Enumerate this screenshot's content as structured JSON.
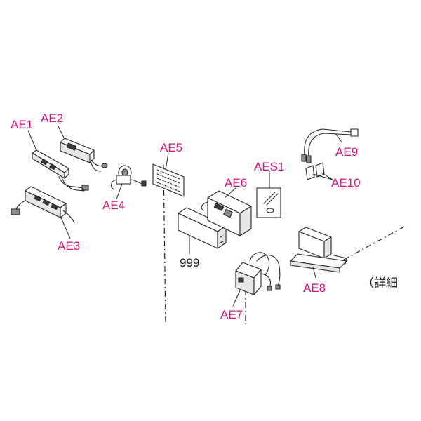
{
  "labels": {
    "ae1": "AE1",
    "ae2": "AE2",
    "ae3": "AE3",
    "ae4": "AE4",
    "ae5": "AE5",
    "ae6": "AE6",
    "aes1": "AES1",
    "ae7": "AE7",
    "ae8": "AE8",
    "ae9": "AE9",
    "ae10": "AE10",
    "part_999": "999",
    "detail_note": "（詳細"
  },
  "colors": {
    "callout": "#d6137e",
    "linework": "#222222",
    "background": "#ffffff"
  }
}
